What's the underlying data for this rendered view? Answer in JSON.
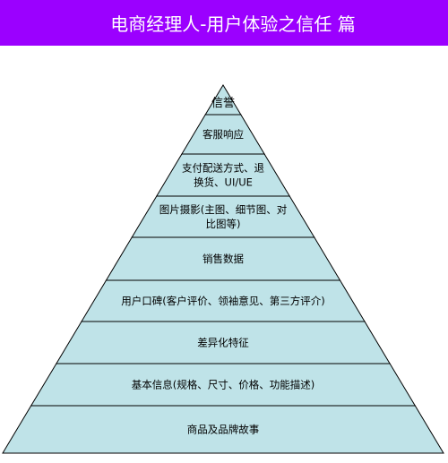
{
  "header": {
    "title": "电商经理人-用户体验之信任 篇",
    "background": "#9b00ff",
    "text_color": "#ffffff"
  },
  "pyramid": {
    "fill": "#bfe3e8",
    "stroke": "#000000",
    "layers": [
      {
        "lines": [
          "信誉"
        ]
      },
      {
        "lines": [
          "客服响应"
        ]
      },
      {
        "lines": [
          "支付配送方式、退",
          "换货、UI/UE"
        ]
      },
      {
        "lines": [
          "图片摄影(主图、细节图、对",
          "比图等)"
        ]
      },
      {
        "lines": [
          "销售数据"
        ]
      },
      {
        "lines": [
          "用户口碑(客户评价、领袖意见、第三方评介)"
        ]
      },
      {
        "lines": [
          "差异化特征"
        ]
      },
      {
        "lines": [
          "基本信息(规格、尺寸、价格、功能描述)"
        ]
      },
      {
        "lines": [
          "商品及品牌故事"
        ]
      }
    ]
  }
}
